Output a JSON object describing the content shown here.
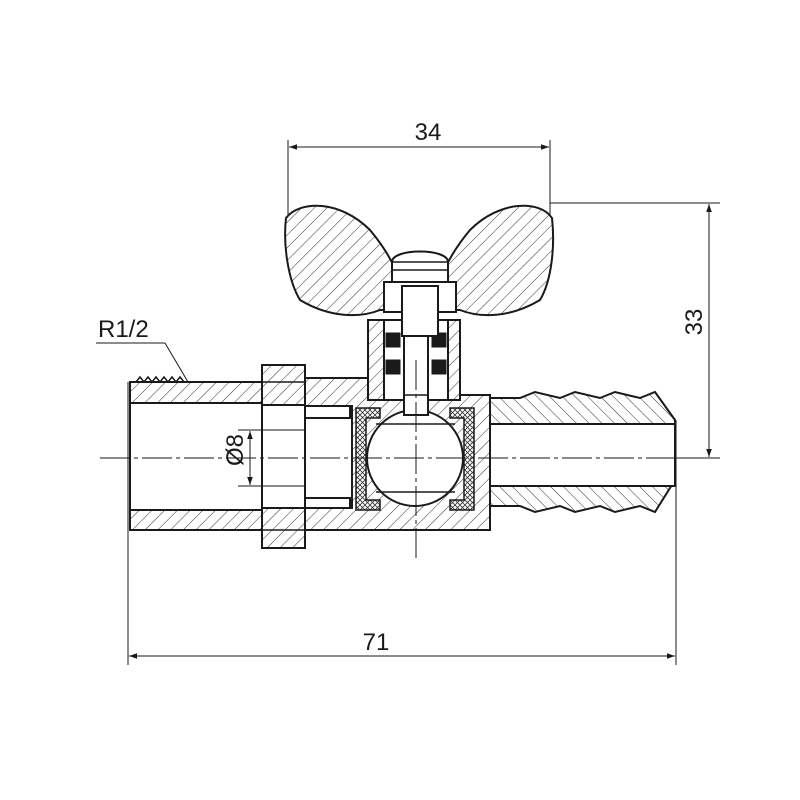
{
  "dimensions": {
    "handle_width": "34",
    "handle_height": "33",
    "overall_length": "71",
    "bore_diameter": "Ø8",
    "thread_size": "R1/2"
  }
}
